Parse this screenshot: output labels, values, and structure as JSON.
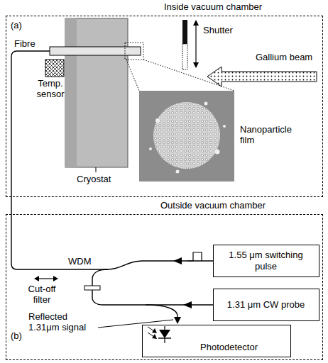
{
  "diagram": {
    "nodes": [
      {
        "text": [
          "Inside vacuum chamber",
          "(a)"
        ]
      },
      {
        "text": [
          "Outside vacuum chamber",
          "(b)"
        ]
      },
      {
        "text": [
          "1.55 μm switching pulse"
        ],
        "in": 1
      },
      {
        "text": [
          "1.31 μm CW probe"
        ],
        "in": 1
      },
      {
        "text": [
          "Photodetector"
        ],
        "in": 1
      }
    ],
    "labels": [
      "Fibre",
      "Shutter",
      "Gallium beam",
      "Temp. sensor",
      "Cryostat",
      "Nanoparticle film",
      "WDM",
      "Cut-off filter",
      "Reflected 1.31μm signal"
    ]
  }
}
